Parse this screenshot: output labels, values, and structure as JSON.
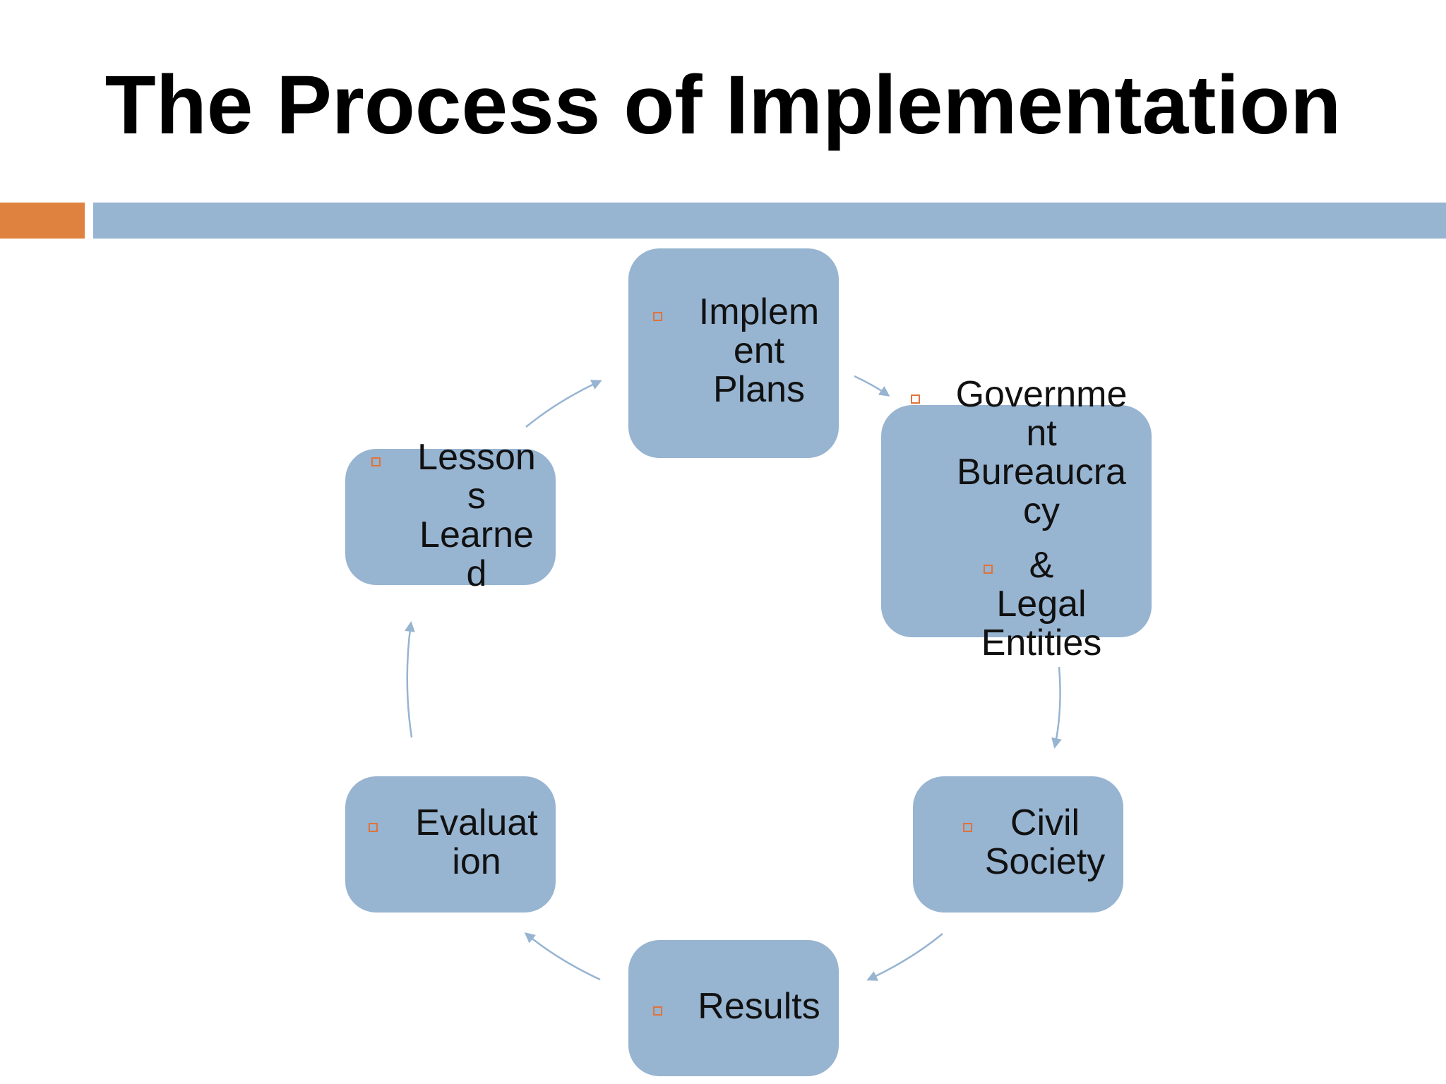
{
  "slide": {
    "title": "The Process of Implementation"
  },
  "colors": {
    "accent_orange": "#e0823f",
    "accent_blue": "#97b4d1",
    "node_fill": "#97b4d1",
    "arrow": "#97b4d1",
    "bullet": "#e0733a"
  },
  "cycle": {
    "nodes": [
      {
        "id": "implement",
        "lines": [
          "Implem",
          "ent",
          "Plans"
        ]
      },
      {
        "id": "government",
        "lines": [
          "Governme",
          "nt",
          "Bureaucra",
          "cy"
        ],
        "sub_lines": [
          "&",
          "Legal",
          "Entities"
        ]
      },
      {
        "id": "civil",
        "lines": [
          "Civil",
          "Society"
        ]
      },
      {
        "id": "results",
        "lines": [
          "Results"
        ]
      },
      {
        "id": "evaluation",
        "lines": [
          "Evaluat",
          "ion"
        ]
      },
      {
        "id": "lessons",
        "lines": [
          "Lesson",
          "s",
          "Learne",
          "d"
        ]
      }
    ]
  }
}
